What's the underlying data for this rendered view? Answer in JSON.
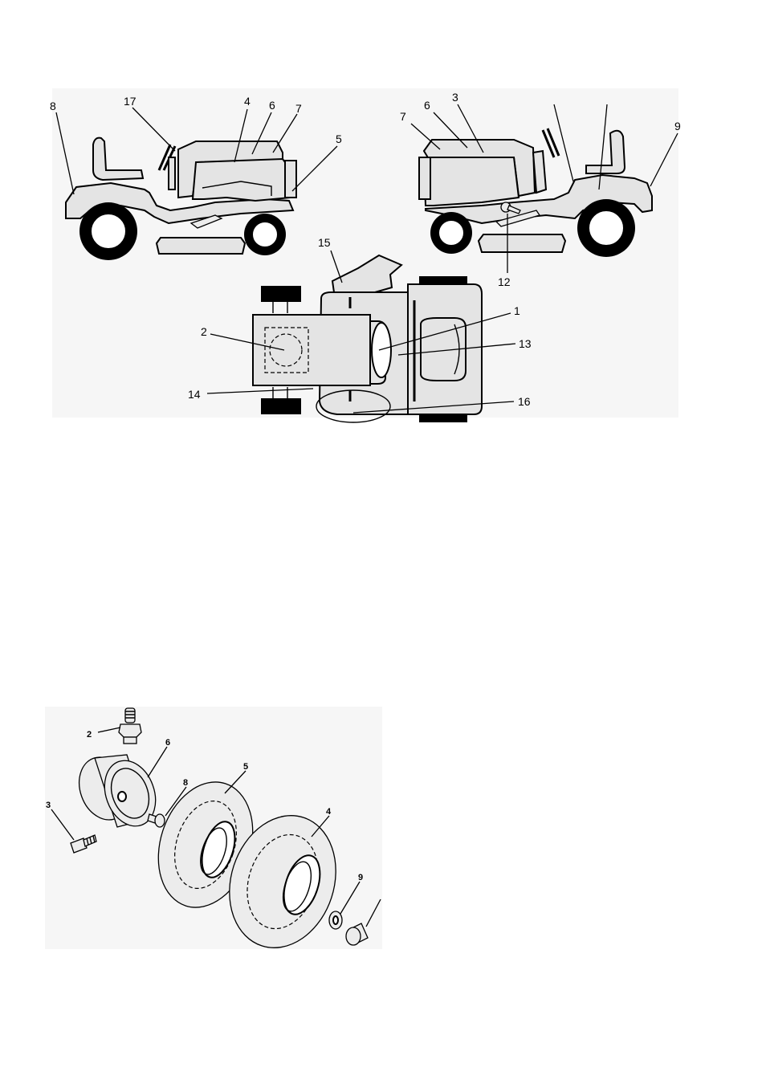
{
  "decal_figure": {
    "callouts": {
      "c1": "1",
      "c2": "2",
      "c3": "3",
      "c4": "4",
      "c5": "5",
      "c6": "6",
      "c6r": "6",
      "c7": "7",
      "c7r": "7",
      "c8": "8",
      "c9": "9",
      "c12": "12",
      "c13": "13",
      "c14": "14",
      "c15": "15",
      "c16": "16",
      "c17": "17"
    }
  },
  "wheel_figure": {
    "callouts": {
      "c2": "2",
      "c3": "3",
      "c4": "4",
      "c5": "5",
      "c6": "6",
      "c8": "8",
      "c9": "9"
    }
  }
}
